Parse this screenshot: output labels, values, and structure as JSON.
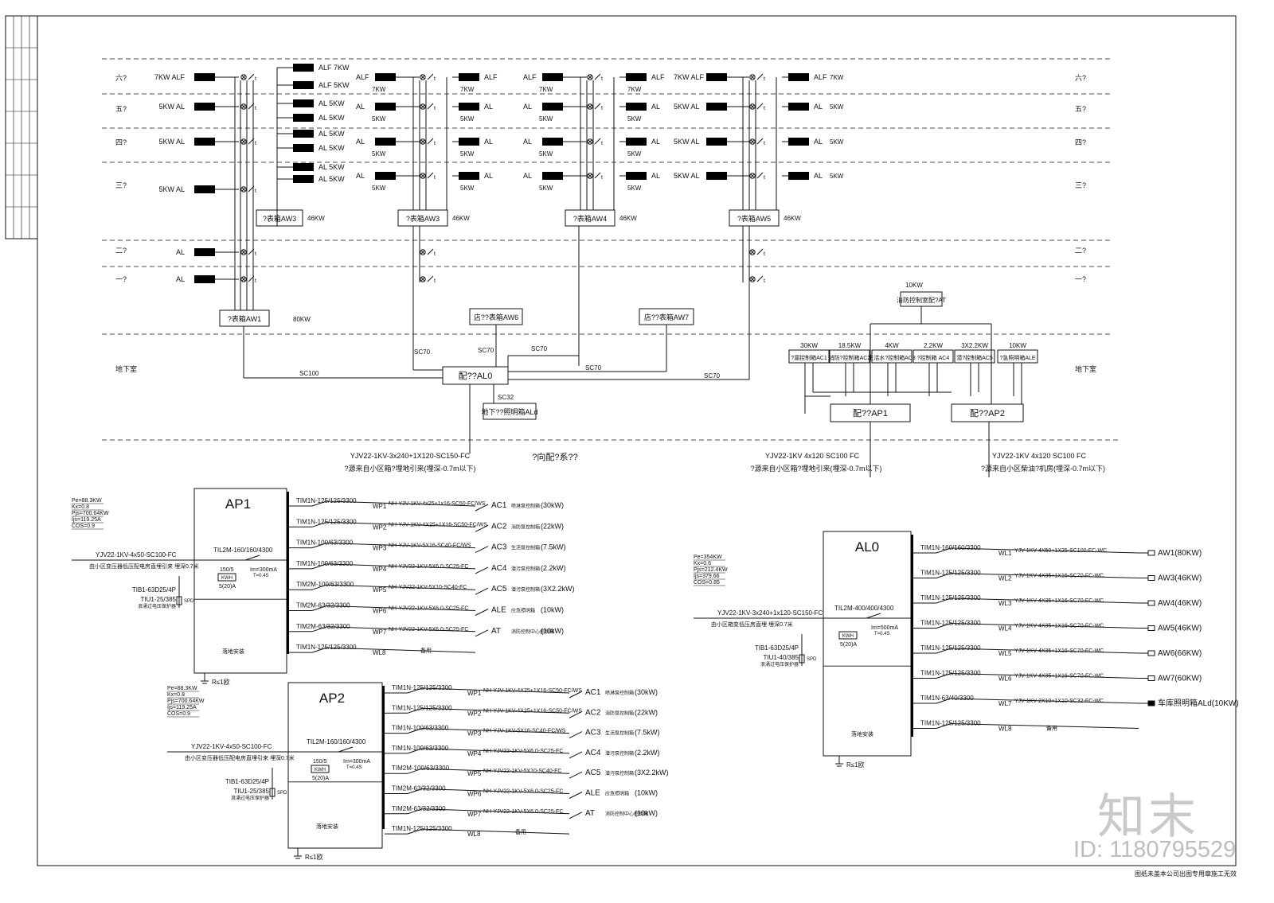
{
  "floors": [
    {
      "label": "六?",
      "label_r": "六?"
    },
    {
      "label": "五?",
      "label_r": "五?"
    },
    {
      "label": "四?",
      "label_r": "四?"
    },
    {
      "label": "三?",
      "label_r": "三?"
    },
    {
      "label": "二?",
      "label_r": "二?"
    },
    {
      "label": "一?",
      "label_r": "一?"
    },
    {
      "label": "地下室",
      "label_r": "地下室"
    }
  ],
  "riser": {
    "col1": {
      "left_loads": [
        {
          "power": "7KW",
          "name": "ALF"
        },
        {
          "power": "5KW",
          "name": "AL"
        },
        {
          "power": "5KW",
          "name": "AL"
        },
        {
          "power": "5KW",
          "name": "AL"
        },
        {
          "power": "",
          "name": "AL"
        },
        {
          "power": "",
          "name": "AL"
        }
      ],
      "right_loads": [
        {
          "name": "ALF",
          "power": "7KW"
        },
        {
          "name": "ALF",
          "power": "5KW"
        },
        {
          "name": "AL",
          "power": "5KW"
        },
        {
          "name": "AL",
          "power": "5KW"
        },
        {
          "name": "AL",
          "power": "5KW"
        },
        {
          "name": "AL",
          "power": "5KW"
        },
        {
          "name": "AL",
          "power": "5KW"
        },
        {
          "name": "AL",
          "power": "5KW"
        }
      ],
      "meter_box": "?表箱AW3",
      "meter_power": "46KW",
      "main_box": "?表箱AW1",
      "main_power": "80KW"
    },
    "col2": {
      "left_loads": [
        {
          "name": "ALF",
          "power": "7KW"
        },
        {
          "name": "AL",
          "power": "5KW"
        },
        {
          "name": "AL",
          "power": "5KW"
        },
        {
          "name": "AL",
          "power": "5KW"
        }
      ],
      "right_loads": [
        {
          "name": "ALF",
          "power": "7KW"
        },
        {
          "name": "AL",
          "power": "5KW"
        },
        {
          "name": "AL",
          "power": "5KW"
        },
        {
          "name": "AL",
          "power": "5KW"
        }
      ],
      "meter_box": "?表箱AW3",
      "meter_power": "46KW"
    },
    "col3": {
      "left_loads": [
        {
          "name": "ALF",
          "power": "7KW"
        },
        {
          "name": "AL",
          "power": "5KW"
        },
        {
          "name": "AL",
          "power": "5KW"
        },
        {
          "name": "AL",
          "power": "5KW"
        }
      ],
      "right_loads": [
        {
          "name": "ALF",
          "power": "7KW"
        },
        {
          "name": "AL",
          "power": "5KW"
        },
        {
          "name": "AL",
          "power": "5KW"
        },
        {
          "name": "AL",
          "power": "5KW"
        }
      ],
      "meter_box": "?表箱AW4",
      "meter_power": "46KW"
    },
    "col4": {
      "left_loads": [
        {
          "name": "7KW ALF"
        },
        {
          "name": "5KW AL"
        },
        {
          "name": "5KW AL"
        },
        {
          "name": "5KW AL"
        }
      ],
      "right_loads": [
        {
          "name": "ALF",
          "power": "7KW"
        },
        {
          "name": "AL",
          "power": "5KW"
        },
        {
          "name": "AL",
          "power": "5KW"
        },
        {
          "name": "AL",
          "power": "5KW"
        }
      ],
      "meter_box": "?表箱AW5",
      "meter_power": "46KW"
    },
    "shop_box_1": "店??表箱AW6",
    "shop_box_2": "店??表箱AW7",
    "al0_box": "配??AL0",
    "ald_box": "地下??照明箱ALd",
    "cables": {
      "sc100": "SC100",
      "sc70a": "SC70",
      "sc70b": "SC70",
      "sc70c": "SC70",
      "sc70d": "SC70",
      "sc70e": "SC70",
      "sc32": "SC32"
    },
    "incoming_cable": "YJV22-1KV-3x240+1X120-SC150-FC",
    "incoming_note": "?源来自小区箱?埋地引来(埋深-0.7m以下)",
    "system_title": "?向配?系??"
  },
  "ap_riser": {
    "at_power": "10KW",
    "at_box": "消防控制室配?AT",
    "loads": [
      {
        "power": "30KW",
        "box": "?漏控制箱AC1"
      },
      {
        "power": "18.5KW",
        "box": "消防?控制箱AC2"
      },
      {
        "power": "4KW",
        "box": "生活水?控制箱AC3"
      },
      {
        "power": "2.2KW",
        "box": "?控制箱 AC4"
      },
      {
        "power": "3X2.2KW",
        "box": "潜?控制箱AC5"
      },
      {
        "power": "10KW",
        "box": "?急照明箱ALE"
      }
    ],
    "ap1_box": "配??AP1",
    "ap2_box": "配??AP2",
    "cable1": "YJV22-1KV 4x120 SC100 FC",
    "note1": "?源来自小区箱?埋地引来(埋深-0.7m以下)",
    "cable2": "YJV22-1KV 4x120 SC100 FC",
    "note2": "?源来自小区柴油?机房(埋深-0.7m以下)"
  },
  "ap1": {
    "name": "AP1",
    "calc": [
      "Pe=88.3KW",
      "Kx=0.8",
      "Pjs=700.64KW",
      "Ijs=119.25A",
      "COS=0.9"
    ],
    "incoming": "YJV22-1KV-4x50-SC100-FC",
    "incoming_note": "由小区变压器低压配电房直埋引来 埋深0.7米",
    "main_breaker": "TIL2M-160/160/4300",
    "ct": "150/5",
    "kwh": "KWH",
    "meter": "5(20)A",
    "leak": "Im=300mA",
    "leak_t": "T=0.4S",
    "spd_breaker": "TIB1-63D25/4P",
    "spd": "TIU1-25/385",
    "spd_note": "浪涌过电压保护器",
    "spd_label": "SPD",
    "install": "落地安装",
    "ground": "R≤1欧",
    "circuits": [
      {
        "breaker": "TIM1N-125/125/3300",
        "id": "WP1",
        "cable": "NH-YJV-1KV-4x25+1x16-SC50-FC/WS",
        "load": "AC1",
        "desc": "喷淋泵控制箱",
        "kw": "(30kW)"
      },
      {
        "breaker": "TIM1N-125/125/3300",
        "id": "WP2",
        "cable": "NH-YJV-1KV-4X25+1X16-SC50-FC/WS",
        "load": "AC2",
        "desc": "消防泵控制箱",
        "kw": "(22kW)"
      },
      {
        "breaker": "TIM1N-100/63/3300",
        "id": "WP3",
        "cable": "NH-YJV-1KV-5X16-SC40-FC/WS",
        "load": "AC3",
        "desc": "生活泵控制箱",
        "kw": "(7.5kW)"
      },
      {
        "breaker": "TIM1N-100/63/3300",
        "id": "WP4",
        "cable": "NH-YJV22-1KV-5X6.0-SC25-FC",
        "load": "AC4",
        "desc": "潜污泵控制箱",
        "kw": "(2.2kW)"
      },
      {
        "breaker": "TIM2M-100/63/3300",
        "id": "WP5",
        "cable": "NH-YJV22-1KV-5X10-SC40-FC",
        "load": "AC5",
        "desc": "潜污泵控制箱",
        "kw": "(3X2.2kW)"
      },
      {
        "breaker": "TIM2M-63/32/3300",
        "id": "WP6",
        "cable": "NH-YJV22-1KV-5X6.0-SC25-FC",
        "load": "ALE",
        "desc": "应急照明箱",
        "kw": "(10kW)"
      },
      {
        "breaker": "TIM2M-63/32/3300",
        "id": "WP7",
        "cable": "NH-YJV22-1KV-5X6.0-SC25-FC",
        "load": "AT",
        "desc": "消防控制中心控制箱",
        "kw": "(10kW)"
      },
      {
        "breaker": "TIM1N-125/125/3300",
        "id": "WL8",
        "cable": "",
        "load": "",
        "desc": "备用",
        "kw": ""
      }
    ]
  },
  "ap2": {
    "name": "AP2",
    "calc": [
      "Pe=88.3KW",
      "Kx=0.8",
      "Pjs=700.64KW",
      "Ijs=119.25A",
      "COS=0.9"
    ],
    "incoming": "YJV22-1KV-4x50-SC100-FC",
    "incoming_note": "由小区变压器低压配电房直埋引来 埋深0.7米",
    "main_breaker": "TIL2M-160/160/4300",
    "ct": "150/5",
    "kwh": "KWH",
    "meter": "5(20)A",
    "leak": "Im=300mA",
    "leak_t": "T=0.4S",
    "spd_breaker": "TIB1-63D25/4P",
    "spd": "TIU1-25/385",
    "spd_note": "浪涌过电压保护器",
    "spd_label": "SPD",
    "install": "落地安装",
    "ground": "R≤1欧",
    "circuits": [
      {
        "breaker": "TIM1N-125/125/3300",
        "id": "WP1",
        "cable": "NH-YJV-1KV-4X25+1X16-SC50-FC/WS",
        "load": "AC1",
        "desc": "喷淋泵控制箱",
        "kw": "(30kW)"
      },
      {
        "breaker": "TIM1N-125/125/3300",
        "id": "WP2",
        "cable": "NH-YJV-1KV-4X25+1X16-SC50-FC/WS",
        "load": "AC2",
        "desc": "消防泵控制箱",
        "kw": "(22kW)"
      },
      {
        "breaker": "TIM1N-100/63/3300",
        "id": "WP3",
        "cable": "NH-YJV-1KV-5X16-SC40-FC/WS",
        "load": "AC3",
        "desc": "生活泵控制箱",
        "kw": "(7.5kW)"
      },
      {
        "breaker": "TIM1N-100/63/3300",
        "id": "WP4",
        "cable": "NH-YJV22-1KV-5X6.0-SC25-FC",
        "load": "AC4",
        "desc": "潜污泵控制箱",
        "kw": "(2.2kW)"
      },
      {
        "breaker": "TIM2M-100/63/3300",
        "id": "WP5",
        "cable": "NH-YJV22-1KV-5X10-SC40-FC",
        "load": "AC5",
        "desc": "潜污泵控制箱",
        "kw": "(3X2.2kW)"
      },
      {
        "breaker": "TIM2M-63/32/3300",
        "id": "WP6",
        "cable": "NH-YJV22-1KV-5X6.0-SC25-FC",
        "load": "ALE",
        "desc": "应急照明箱",
        "kw": "(10kW)"
      },
      {
        "breaker": "TIM2M-63/32/3300",
        "id": "WP7",
        "cable": "NH-YJV22-1KV-5X6.0-SC25-FC",
        "load": "AT",
        "desc": "消防控制中心控制箱",
        "kw": "(10kW)"
      },
      {
        "breaker": "TIM1N-125/125/3300",
        "id": "WL8",
        "cable": "",
        "load": "",
        "desc": "备用",
        "kw": ""
      }
    ]
  },
  "al0": {
    "name": "AL0",
    "calc": [
      "Pe=354KW",
      "Kx=0.6",
      "Pjs=212.4KW",
      "Ijs=379.66",
      "COS=0.85"
    ],
    "incoming": "YJV22-1KV-3x240+1x120-SC150-FC",
    "incoming_note": "由小区箱变低压房直埋 埋深0.7米",
    "main_breaker": "TIL2M-400/400/4300",
    "leak": "Im=500mA",
    "leak_t": "T=0.4S",
    "kwh": "KWH",
    "meter": "5(20)A",
    "spd_breaker": "TIB1-63D25/4P",
    "spd": "TIU1-40/385",
    "spd_note": "浪涌过电压保护器",
    "spd_label": "SPD",
    "install": "落地安装",
    "ground": "R≤1欧",
    "circuits": [
      {
        "breaker": "TIM1N-160/160/3300",
        "id": "WL1",
        "cable": "YJV-1KV-4X50+1X25-SC100-FC-WC",
        "load": "AW1(80KW)"
      },
      {
        "breaker": "TIM1N-125/125/3300",
        "id": "WL2",
        "cable": "YJV-1KV-4X35+1X16-SC70-FC-WC",
        "load": "AW3(46KW)"
      },
      {
        "breaker": "TIM1N-125/125/3300",
        "id": "WL3",
        "cable": "YJV-1KV-4X35+1X16-SC70-FC-WC",
        "load": "AW4(46KW)"
      },
      {
        "breaker": "TIM1N-125/125/3300",
        "id": "WL4",
        "cable": "YJV-1KV-4X35+1X16-SC70-FC-WC",
        "load": "AW5(46KW)"
      },
      {
        "breaker": "TIM1N-125/125/3300",
        "id": "WL5",
        "cable": "YJV-1KV-4X35+1X16-SC70-FC-WC",
        "load": "AW6(66KW)"
      },
      {
        "breaker": "TIM1N-125/125/3300",
        "id": "WL6",
        "cable": "YJV-1KV-4X35+1X16-SC70-FC-WC",
        "load": "AW7(60KW)"
      },
      {
        "breaker": "TIM1N-63/40/3300",
        "id": "WL7",
        "cable": "YJV-1KV-2X10+1X10-SC32-FC-WC",
        "load": "车库照明箱ALd(10KW)"
      },
      {
        "breaker": "TIM1N-125/125/3300",
        "id": "WL8",
        "cable": "",
        "load": "备用"
      }
    ]
  },
  "watermark": {
    "logo": "知末",
    "id": "ID: 1180795529"
  },
  "footer": "图纸未盖本公司出图专用章施工无效"
}
